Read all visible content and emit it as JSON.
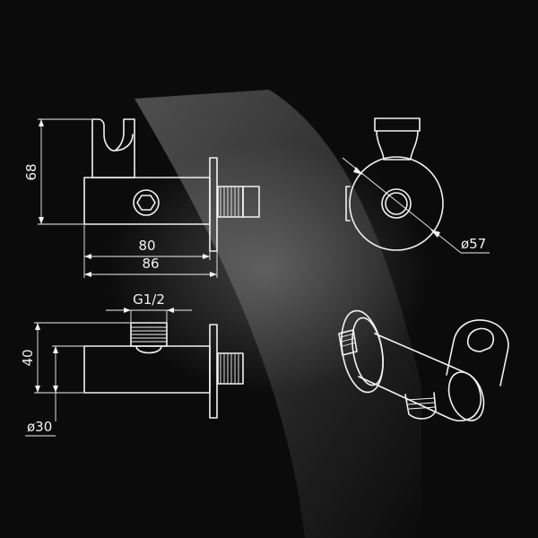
{
  "drawing": {
    "dimensions": {
      "height_top": "68",
      "length_80": "80",
      "length_86": "86",
      "thread": "G1/2",
      "height_side": "40",
      "diameter_30": "ø30",
      "diameter_57": "ø57"
    },
    "colors": {
      "background": "#0b0b0b",
      "lines": "#f2f2f2"
    }
  }
}
